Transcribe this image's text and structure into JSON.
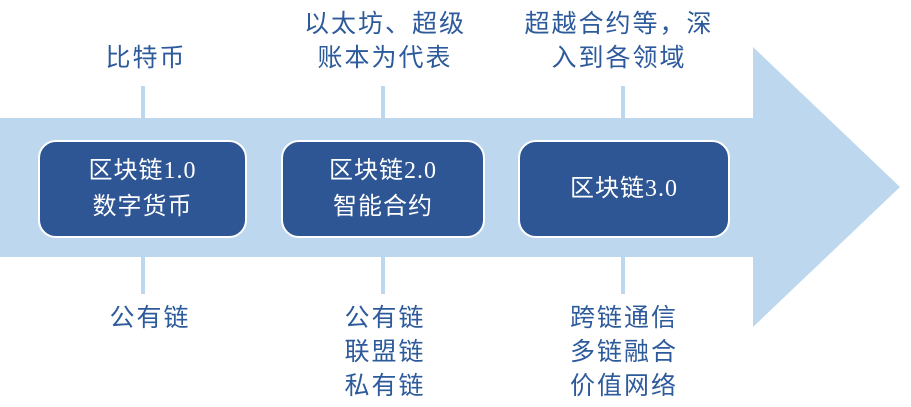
{
  "colors": {
    "arrow_fill": "#BDD7EE",
    "box_fill": "#2E5594",
    "box_border": "#FFFFFF",
    "box_text": "#FFFFFF",
    "label_text": "#2D5A9B"
  },
  "stages": [
    {
      "top_label": "比特币",
      "box_line1": "区块链1.0",
      "box_line2": "数字货币",
      "bottom_label": "公有链"
    },
    {
      "top_label": "以太坊、超级\n账本为代表",
      "box_line1": "区块链2.0",
      "box_line2": "智能合约",
      "bottom_label": "公有链\n联盟链\n私有链"
    },
    {
      "top_label": "超越合约等，深\n入到各领域",
      "box_line1": "区块链3.0",
      "bottom_label": "跨链通信\n多链融合\n价值网络"
    }
  ]
}
